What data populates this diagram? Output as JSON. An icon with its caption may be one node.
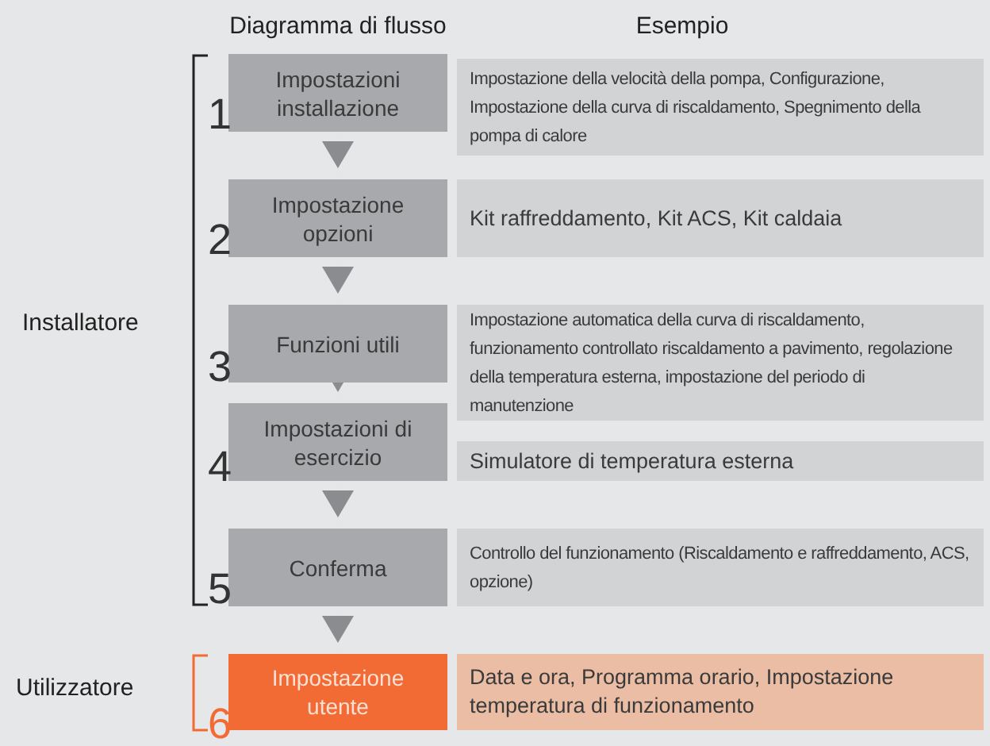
{
  "diagram": {
    "nodes": [
      {
        "text": [
          "Impostazioni installazione"
        ]
      },
      {
        "text": [
          "Impostazione opzioni"
        ]
      },
      {
        "text": [
          "Funzioni utili"
        ]
      },
      {
        "text": [
          "Impostazioni di esercizio"
        ]
      },
      {
        "text": [
          "Conferma"
        ]
      },
      {
        "text": [
          "Impostazione utente"
        ]
      },
      {
        "text": [
          "Impostazione della velocità della pompa, Configurazione, Impostazione della curva di riscaldamento, Spegnimento della pompa di calore"
        ]
      },
      {
        "text": [
          "Kit raffreddamento, Kit ACS, Kit caldaia"
        ]
      },
      {
        "text": [
          "Impostazione automatica della curva di riscaldamento, funzionamento controllato riscaldamento a pavimento, regolazione della temperatura esterna, impostazione del periodo di manutenzione"
        ]
      },
      {
        "text": [
          "Simulatore di temperatura esterna"
        ]
      },
      {
        "text": [
          "Controllo del funzionamento (Riscaldamento e raffreddamento, ACS, opzione)"
        ]
      },
      {
        "text": [
          "Data e ora, Programma orario, Impostazione temperatura di funzionamento"
        ]
      }
    ],
    "edges": [
      {
        "from": 0,
        "to": 1,
        "arrow": "to"
      },
      {
        "from": 1,
        "to": 2,
        "arrow": "to"
      },
      {
        "from": 2,
        "to": 3,
        "arrow": "to"
      },
      {
        "from": 3,
        "to": 4,
        "arrow": "to"
      },
      {
        "from": 4,
        "to": 5,
        "arrow": "to"
      }
    ],
    "labels": [
      "Diagramma di flusso",
      "Esempio",
      "1",
      "2",
      "Installatore",
      "3",
      "4",
      "5",
      "Utilizzatore",
      "6"
    ]
  }
}
